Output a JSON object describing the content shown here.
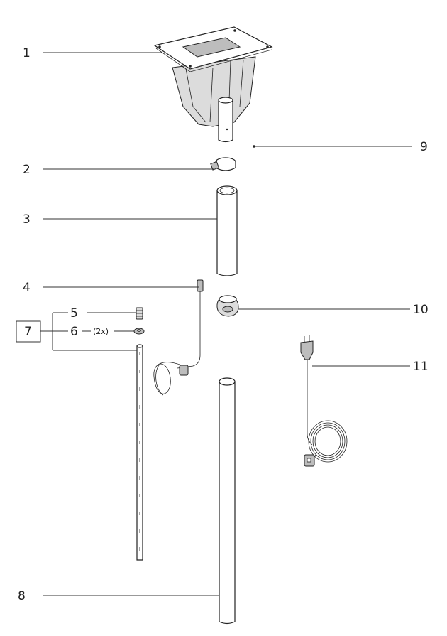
{
  "callouts": {
    "c1": "1",
    "c2": "2",
    "c3": "3",
    "c4": "4",
    "c5": "5",
    "c6": "6",
    "c6_qty": "(2x)",
    "c7": "7",
    "c8": "8",
    "c9": "9",
    "c10": "10",
    "c11": "11"
  },
  "colors": {
    "line": "#222222",
    "background": "#ffffff",
    "shade": "#dcdcdc"
  }
}
